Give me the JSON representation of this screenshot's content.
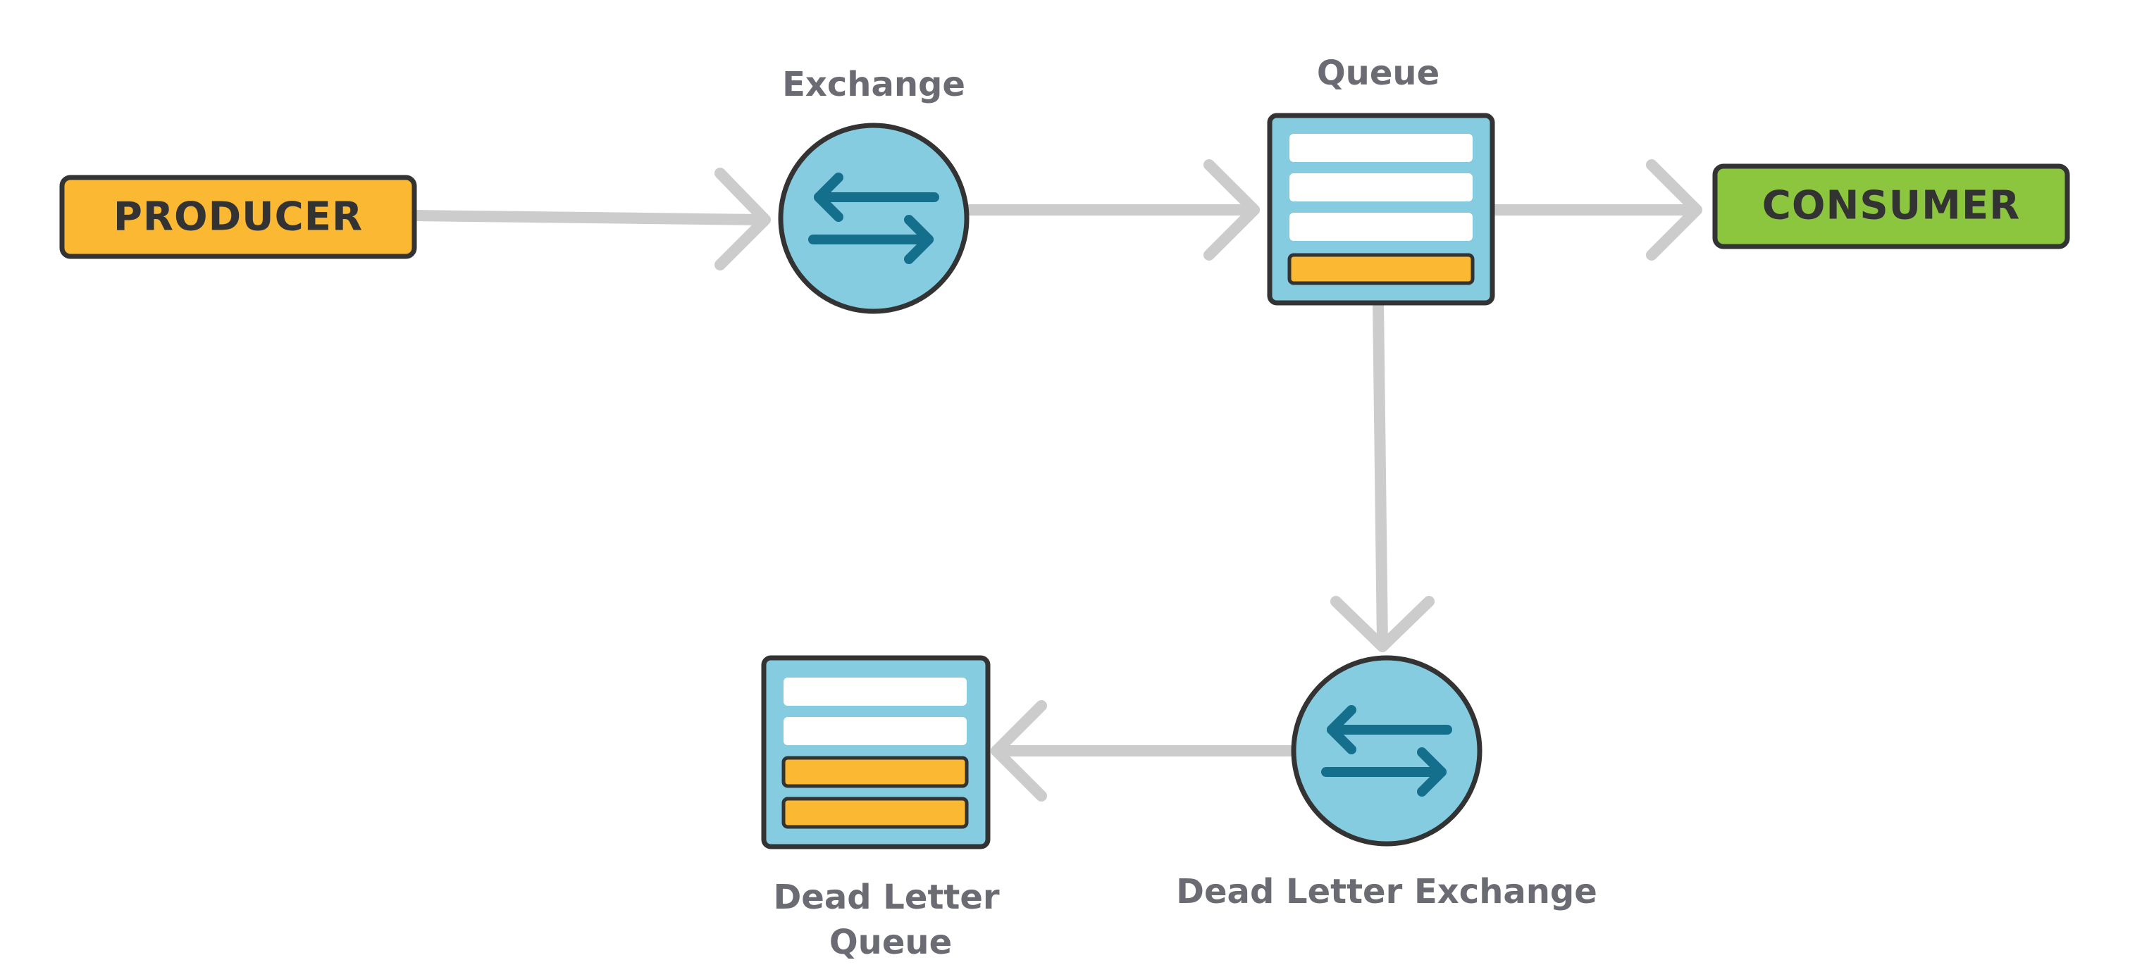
{
  "nodes": {
    "producer": {
      "label": "PRODUCER",
      "color": "#fbb832"
    },
    "exchange": {
      "label": "Exchange",
      "color": "#85cce0"
    },
    "queue": {
      "label": "Queue",
      "color": "#85cce0"
    },
    "consumer": {
      "label": "CONSUMER",
      "color": "#8cc63f"
    },
    "dead_letter_exchange": {
      "label": "Dead Letter Exchange",
      "color": "#85cce0"
    },
    "dead_letter_queue": {
      "label_lines": [
        "Dead Letter",
        "Queue"
      ],
      "color": "#85cce0"
    }
  },
  "colors": {
    "outline": "#333333",
    "connector": "#cccccc",
    "swap_icon": "#136f8c",
    "message_empty": "#ffffff",
    "message_dead": "#fbb832"
  },
  "icons": {
    "exchange": "swap-arrows-icon",
    "queue": "message-stack-icon"
  }
}
